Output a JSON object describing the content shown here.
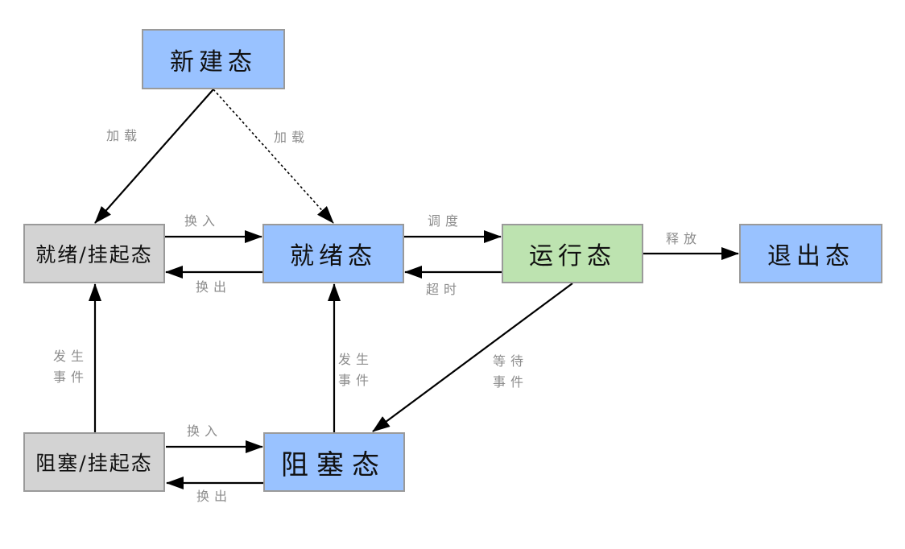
{
  "title": "进程状态转换图",
  "colors": {
    "active_state": "#99c2ff",
    "suspended_state": "#d3d3d3",
    "running_state": "#bde3b0",
    "border": "#9a9a9a",
    "arrow": "#000000",
    "label": "#8c8c8c"
  },
  "states": {
    "new": {
      "label": "新建态",
      "kind": "active"
    },
    "ready_suspend": {
      "label": "就绪/挂起态",
      "kind": "suspended"
    },
    "ready": {
      "label": "就绪态",
      "kind": "active"
    },
    "running": {
      "label": "运行态",
      "kind": "running"
    },
    "exit": {
      "label": "退出态",
      "kind": "active"
    },
    "blocked_suspend": {
      "label": "阻塞/挂起态",
      "kind": "suspended"
    },
    "blocked": {
      "label": "阻塞态",
      "kind": "active"
    }
  },
  "transitions": [
    {
      "id": "new-to-ready-suspend",
      "from": "new",
      "to": "ready_suspend",
      "label": "加载",
      "style": "solid"
    },
    {
      "id": "new-to-ready",
      "from": "new",
      "to": "ready",
      "label": "加载",
      "style": "dashed"
    },
    {
      "id": "ready-suspend-to-ready",
      "from": "ready_suspend",
      "to": "ready",
      "label": "换入",
      "style": "solid"
    },
    {
      "id": "ready-to-ready-suspend",
      "from": "ready",
      "to": "ready_suspend",
      "label": "换出",
      "style": "solid"
    },
    {
      "id": "ready-to-running",
      "from": "ready",
      "to": "running",
      "label": "调度",
      "style": "solid"
    },
    {
      "id": "running-to-ready",
      "from": "running",
      "to": "ready",
      "label": "超时",
      "style": "solid"
    },
    {
      "id": "running-to-exit",
      "from": "running",
      "to": "exit",
      "label": "释放",
      "style": "solid"
    },
    {
      "id": "running-to-blocked",
      "from": "running",
      "to": "blocked",
      "label": "等待\n事件",
      "style": "solid"
    },
    {
      "id": "blocked-to-ready",
      "from": "blocked",
      "to": "ready",
      "label": "发生\n事件",
      "style": "solid"
    },
    {
      "id": "blocked-suspend-to-ready-suspend",
      "from": "blocked_suspend",
      "to": "ready_suspend",
      "label": "发生\n事件",
      "style": "solid"
    },
    {
      "id": "blocked-suspend-to-blocked",
      "from": "blocked_suspend",
      "to": "blocked",
      "label": "换入",
      "style": "solid"
    },
    {
      "id": "blocked-to-blocked-suspend",
      "from": "blocked",
      "to": "blocked_suspend",
      "label": "换出",
      "style": "solid"
    }
  ]
}
